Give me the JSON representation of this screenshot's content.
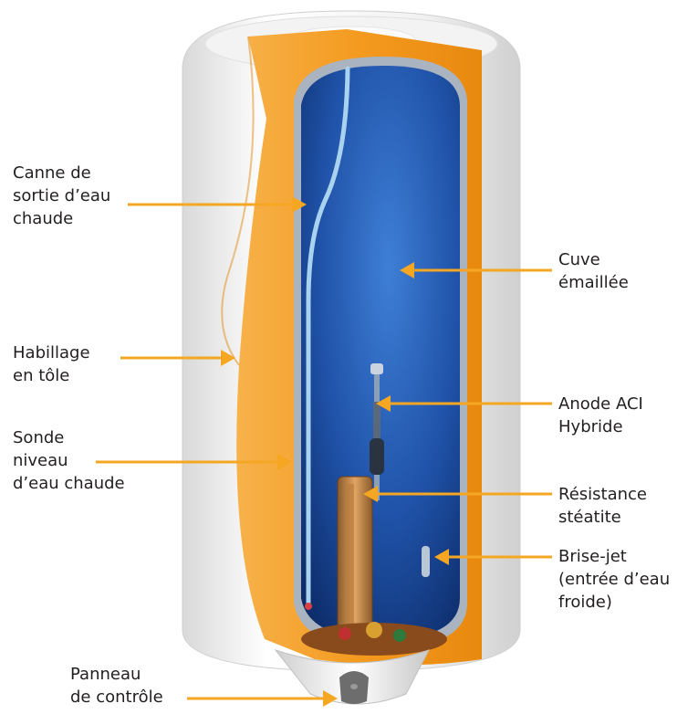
{
  "colors": {
    "arrow": "#f5a623",
    "insulation": "#f4a534",
    "tank": "#1f4fa3",
    "casing": "#ececec"
  },
  "labels": {
    "canne": "Canne de\nsortie d’eau\nchaude",
    "habillage": "Habillage\nen tôle",
    "sonde": "Sonde\nniveau\nd’eau chaude",
    "panneau": "Panneau\nde contrôle",
    "cuve": "Cuve\némaillée",
    "anode": "Anode ACI\nHybride",
    "resistance": "Résistance\nstéatite",
    "brise_jet": "Brise-jet\n(entrée d’eau\nfroide)"
  }
}
